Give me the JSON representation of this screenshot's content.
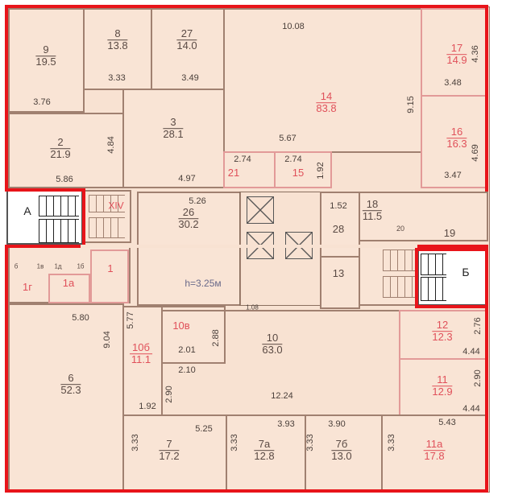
{
  "plan": {
    "stair_a_label": "А",
    "stair_b_label": "Б",
    "stair_xiv_label": "XIV",
    "ceiling_height": "h=3.25м"
  },
  "rooms": [
    {
      "number": "9",
      "area": "19.5"
    },
    {
      "number": "8",
      "area": "13.8"
    },
    {
      "number": "27",
      "area": "14.0"
    },
    {
      "number": "14",
      "area": "83.8"
    },
    {
      "number": "17",
      "area": "14.9"
    },
    {
      "number": "16",
      "area": "16.3"
    },
    {
      "number": "2",
      "area": "21.9"
    },
    {
      "number": "3",
      "area": "28.1"
    },
    {
      "number": "26",
      "area": "30.2"
    },
    {
      "number": "18",
      "area": "11.5"
    },
    {
      "number": "6",
      "area": "52.3"
    },
    {
      "number": "10б",
      "area": "11.1"
    },
    {
      "number": "10",
      "area": "63.0"
    },
    {
      "number": "12",
      "area": "12.3"
    },
    {
      "number": "11",
      "area": "12.9"
    },
    {
      "number": "7",
      "area": "17.2"
    },
    {
      "number": "7а",
      "area": "12.8"
    },
    {
      "number": "7б",
      "area": "13.0"
    },
    {
      "number": "11а",
      "area": "17.8"
    }
  ],
  "small_rooms": [
    "21",
    "15",
    "28",
    "13",
    "19",
    "20",
    "1",
    "1а",
    "1г",
    "10в",
    "1в",
    "1д",
    "1б",
    "б"
  ],
  "dimensions": [
    "10.08",
    "4.36",
    "3.48",
    "9.15",
    "4.69",
    "3.47",
    "5.67",
    "3.33",
    "3.49",
    "3.76",
    "4.84",
    "5.86",
    "4.97",
    "2.74",
    "2.74",
    "1.92",
    "5.26",
    "1.52",
    "5.80",
    "9.04",
    "5.77",
    "2.88",
    "2.01",
    "2.10",
    "2.90",
    "1.92",
    "12.24",
    "2.76",
    "4.44",
    "2.90",
    "4.44",
    "5.43",
    "5.25",
    "3.93",
    "3.90",
    "3.33",
    "3.33",
    "3.33",
    "3.33",
    "1.08"
  ]
}
